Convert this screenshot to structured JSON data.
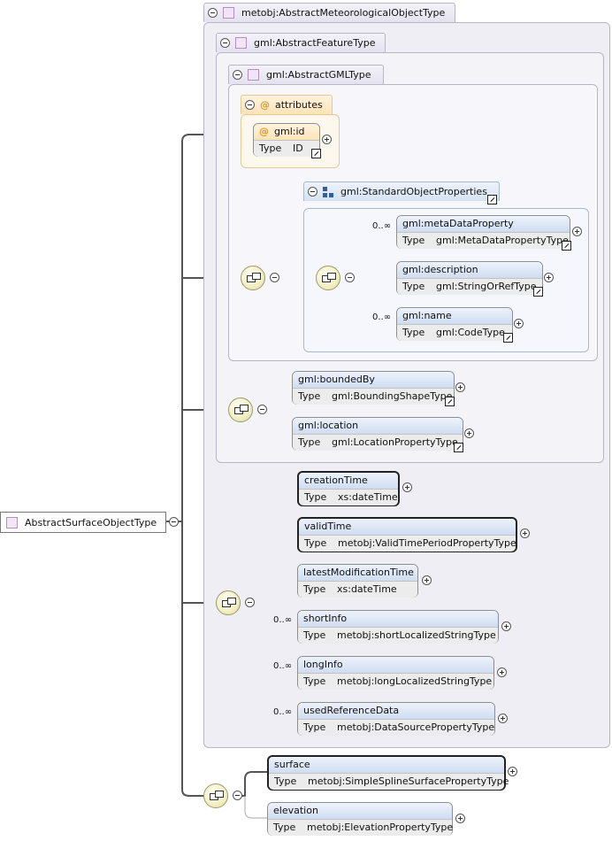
{
  "root": {
    "label": "AbstractSurfaceObjectType"
  },
  "types": {
    "meteorological": "metobj:AbstractMeteorologicalObjectType",
    "feature": "gml:AbstractFeatureType",
    "gml": "gml:AbstractGMLType"
  },
  "attributes": {
    "group_label": "attributes",
    "id": {
      "name": "gml:id",
      "type": "ID"
    }
  },
  "standard_props": {
    "label": "gml:StandardObjectProperties",
    "elements": [
      {
        "name": "gml:metaDataProperty",
        "type": "gml:MetaDataPropertyType",
        "occ": "0..∞"
      },
      {
        "name": "gml:description",
        "type": "gml:StringOrRefType",
        "occ": ""
      },
      {
        "name": "gml:name",
        "type": "gml:CodeType",
        "occ": "0..∞"
      }
    ]
  },
  "feature_elements": [
    {
      "name": "gml:boundedBy",
      "type": "gml:BoundingShapeType"
    },
    {
      "name": "gml:location",
      "type": "gml:LocationPropertyType"
    }
  ],
  "met_elements": [
    {
      "name": "creationTime",
      "type": "xs:dateTime",
      "occ": ""
    },
    {
      "name": "validTime",
      "type": "metobj:ValidTimePeriodPropertyType",
      "occ": ""
    },
    {
      "name": "latestModificationTime",
      "type": "xs:dateTime",
      "occ": ""
    },
    {
      "name": "shortInfo",
      "type": "metobj:shortLocalizedStringType",
      "occ": "0..∞"
    },
    {
      "name": "longInfo",
      "type": "metobj:longLocalizedStringType",
      "occ": "0..∞"
    },
    {
      "name": "usedReferenceData",
      "type": "metobj:DataSourcePropertyType",
      "occ": "0..∞"
    }
  ],
  "surface_elements": [
    {
      "name": "surface",
      "type": "metobj:SimpleSplineSurfacePropertyType"
    },
    {
      "name": "elevation",
      "type": "metobj:ElevationPropertyType"
    }
  ],
  "type_key": "Type"
}
